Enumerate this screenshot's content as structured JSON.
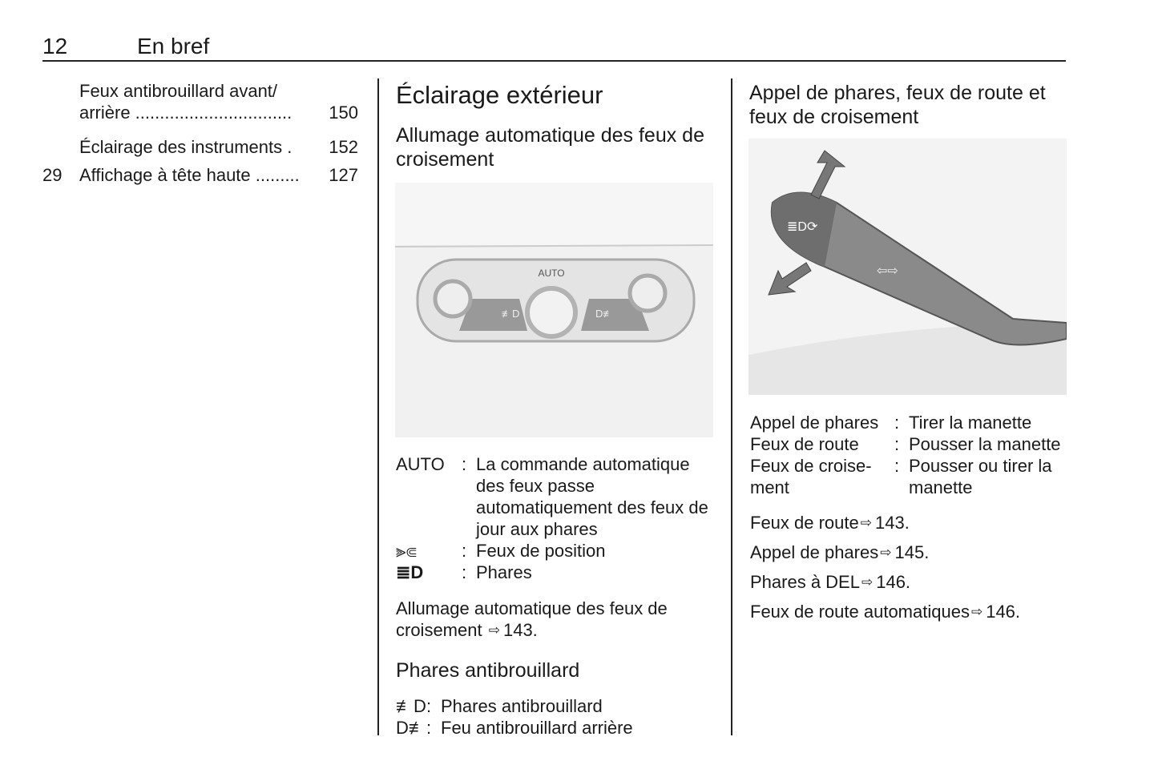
{
  "header": {
    "page_number": "12",
    "section_title": "En bref"
  },
  "toc": [
    {
      "number": "",
      "label_lines": [
        "Feux antibrouillard avant/",
        "arrière ................................"
      ],
      "page": "150"
    },
    {
      "number": "",
      "label": "Éclairage des instruments  .",
      "page": "152"
    },
    {
      "number": "29",
      "label": "Affichage à tête haute .........",
      "page": "127"
    }
  ],
  "middle": {
    "title": "Éclairage extérieur",
    "subtitle": "Allumage automatique des feux de croisement",
    "image_label": "AUTO",
    "legend": [
      {
        "key": "AUTO",
        "icon": "",
        "text": "La commande automatique des feux passe automatiquement des feux de jour aux phares"
      },
      {
        "key": "",
        "icon": "parking-lights-icon",
        "text": "Feux de position"
      },
      {
        "key": "",
        "icon": "headlights-icon",
        "text": "Phares"
      }
    ],
    "paragraph": "Allumage automatique des feux de croisement",
    "paragraph_ref": "143.",
    "fog_title": "Phares antibrouillard",
    "fog_legend": [
      {
        "icon": "front-fog-light-icon",
        "text": "Phares antibrouillard"
      },
      {
        "icon": "rear-fog-light-icon",
        "text": "Feu antibrouillard arrière"
      }
    ]
  },
  "right": {
    "title": "Appel de phares, feux de route et feux de croisement",
    "legend": [
      {
        "key": "Appel de phares",
        "text": "Tirer la manette"
      },
      {
        "key": "Feux de route",
        "text": "Pousser la manette"
      },
      {
        "key": "Feux de croise-ment",
        "text": "Pousser ou tirer la manette"
      }
    ],
    "refs": [
      {
        "text": "Feux de route",
        "page": "143."
      },
      {
        "text": "Appel de phares",
        "page": "145."
      },
      {
        "text": "Phares à DEL",
        "page": "146."
      },
      {
        "text": "Feux de route automatiques",
        "page": "146."
      }
    ]
  }
}
